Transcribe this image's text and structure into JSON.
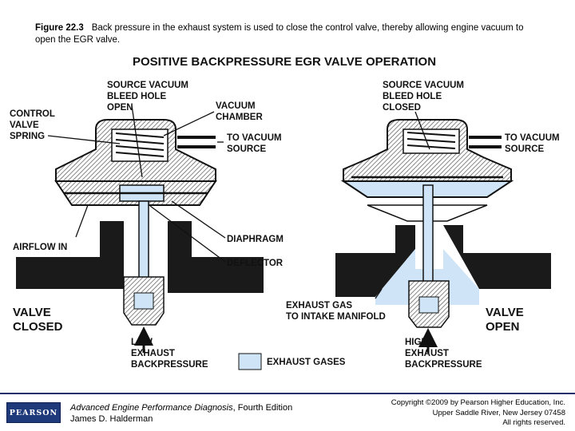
{
  "caption": {
    "figure_label": "Figure 22.3",
    "text": "Back pressure in the exhaust system is used to close the control valve, thereby allowing engine vacuum to open the EGR valve."
  },
  "diagram": {
    "title": "POSITIVE BACKPRESSURE EGR VALVE OPERATION",
    "left_labels": {
      "source_vacuum": "SOURCE VACUUM",
      "bleed_hole": "BLEED HOLE",
      "open": "OPEN",
      "control_valve_spring_1": "CONTROL",
      "control_valve_spring_2": "VALVE",
      "control_valve_spring_3": "SPRING",
      "vacuum_chamber_1": "VACUUM",
      "vacuum_chamber_2": "CHAMBER",
      "to_vacuum_source_1": "TO VACUUM",
      "to_vacuum_source_2": "SOURCE",
      "airflow_in": "AIRFLOW IN",
      "diaphragm": "DIAPHRAGM",
      "deflector": "DEFLECTOR",
      "state_1": "VALVE",
      "state_2": "CLOSED",
      "low_1": "LOW",
      "low_2": "EXHAUST",
      "low_3": "BACKPRESSURE"
    },
    "right_labels": {
      "source_vacuum": "SOURCE VACUUM",
      "bleed_hole": "BLEED HOLE",
      "closed": "CLOSED",
      "to_vacuum_source_1": "TO VACUUM",
      "to_vacuum_source_2": "SOURCE",
      "exhaust_gas_1": "EXHAUST GAS",
      "exhaust_gas_2": "TO INTAKE MANIFOLD",
      "state_1": "VALVE",
      "state_2": "OPEN",
      "high_1": "HIGH",
      "high_2": "EXHAUST",
      "high_3": "BACKPRESSURE"
    },
    "legend_label": "EXHAUST GASES",
    "colors": {
      "exhaust": "#cfe5f7",
      "metal": "#111111",
      "hatch": "#555555"
    }
  },
  "footer": {
    "logo": "PEARSON",
    "book_title": "Advanced Engine Performance Diagnosis",
    "edition": ", Fourth Edition",
    "author": "James D. Halderman",
    "copyright_1": "Copyright ©2009 by Pearson Higher Education, Inc.",
    "copyright_2": "Upper Saddle River, New Jersey 07458",
    "copyright_3": "All rights reserved."
  }
}
